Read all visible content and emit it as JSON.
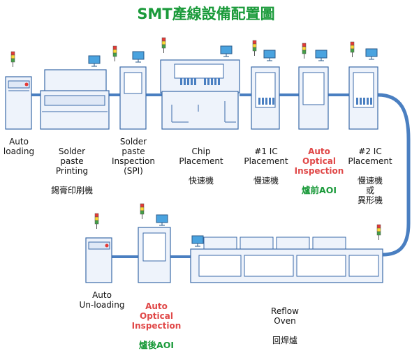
{
  "title": "SMT產線設備配置圖",
  "colors": {
    "title": "#1a9a3a",
    "aoi_en": "#e04848",
    "aoi_zh": "#1a9a3a",
    "conveyor": "#4a7fc1",
    "outline": "#3a6aa8",
    "fill": "#eef3fb",
    "screen": "#4aa3df"
  },
  "labels": {
    "auto_loading": "Auto\nloading",
    "solder_printing_en": "Solder\npaste\nPrinting",
    "solder_printing_zh": "錫膏印刷機",
    "spi_en": "Solder\npaste\nInspection\n(SPI)",
    "chip_en": "Chip\nPlacement",
    "chip_zh": "快速機",
    "ic1_en": "#1 IC\nPlacement",
    "ic1_zh": "慢速機",
    "aoi_front_en": "Auto\nOptical\nInspection",
    "aoi_front_zh": "爐前AOI",
    "ic2_en": "#2 IC\nPlacement",
    "ic2_zh": "慢速機\n或\n異形機",
    "auto_unloading": "Auto\nUn-loading",
    "aoi_back_en": "Auto\nOptical\nInspection",
    "aoi_back_zh": "爐後AOI",
    "reflow_en": "Reflow\nOven",
    "reflow_zh": "回焊爐"
  }
}
